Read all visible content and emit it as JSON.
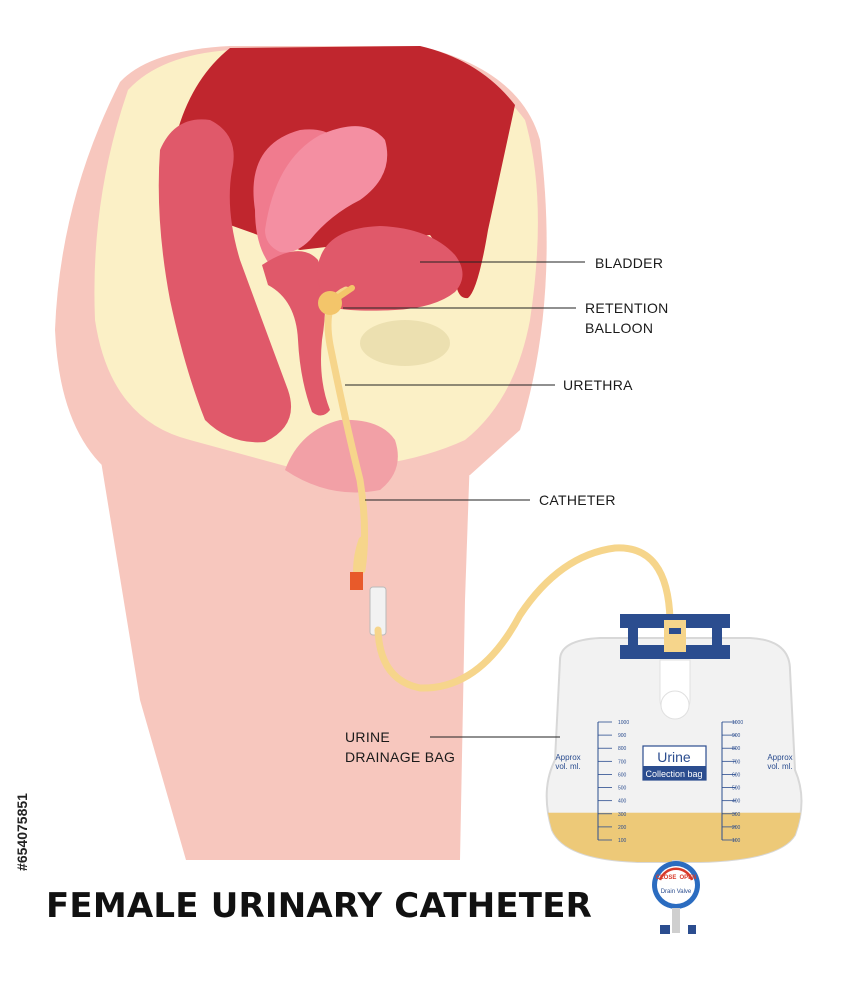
{
  "title": "FEMALE URINARY CATHETER",
  "stock_id": "#654075851",
  "labels": {
    "bladder": "BLADDER",
    "retention_line1": "RETENTION",
    "retention_line2": "BALLOON",
    "urethra": "URETHRA",
    "catheter": "CATHETER",
    "drainage_line1": "URINE",
    "drainage_line2": "DRAINAGE BAG"
  },
  "bag": {
    "urine_label": "Urine",
    "collection_label": "Collection bag",
    "approx_line1": "Approx",
    "approx_line2": "vol. ml.",
    "scale": [
      "1000",
      "900",
      "800",
      "700",
      "600",
      "500",
      "400",
      "300",
      "200",
      "100"
    ],
    "valve_close": "CLOSE",
    "valve_open": "OPEN",
    "valve_label": "Drain Valve",
    "fill_fraction": 0.4
  },
  "colors": {
    "skin": "#f7c7be",
    "fat": "#fbf0c6",
    "muscle": "#e0596a",
    "uterus": "#f07b8e",
    "blood": "#c0262e",
    "urine": "#edc978",
    "tube": "#f6d58b",
    "clamp": "#2b4d8f"
  }
}
